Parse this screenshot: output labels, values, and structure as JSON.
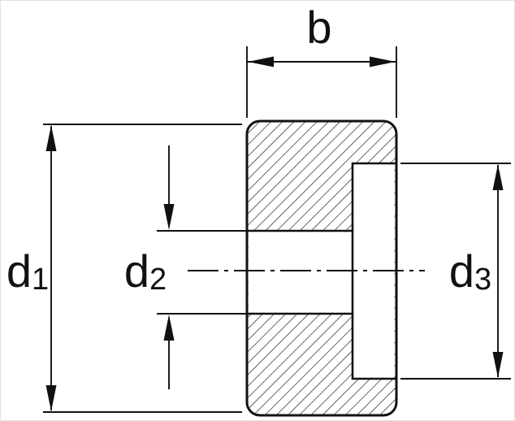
{
  "colors": {
    "line": "#111111",
    "background": "#ffffff",
    "fill_white": "#ffffff"
  },
  "dimensions": {
    "b": {
      "label": "b"
    },
    "d1": {
      "label_base": "d",
      "label_sub": "1"
    },
    "d2": {
      "label_base": "d",
      "label_sub": "2"
    },
    "d3": {
      "label_base": "d",
      "label_sub": "3"
    }
  }
}
